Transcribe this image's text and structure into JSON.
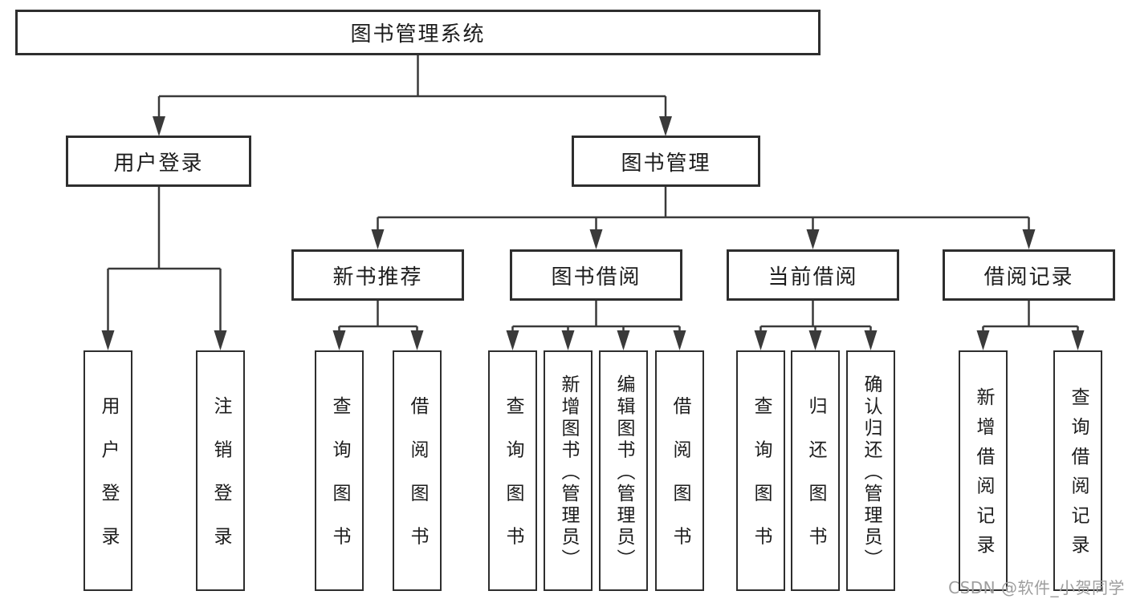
{
  "tree": {
    "label": "图书管理系统",
    "children": [
      {
        "label": "用户登录",
        "children": [
          {
            "label": "用户登录"
          },
          {
            "label": "注销登录"
          }
        ]
      },
      {
        "label": "图书管理",
        "children": [
          {
            "label": "新书推荐",
            "children": [
              {
                "label": "查询图书"
              },
              {
                "label": "借阅图书"
              }
            ]
          },
          {
            "label": "图书借阅",
            "children": [
              {
                "label": "查询图书"
              },
              {
                "label": "新增图书（管理员）"
              },
              {
                "label": "编辑图书（管理员）"
              },
              {
                "label": "借阅图书"
              }
            ]
          },
          {
            "label": "当前借阅",
            "children": [
              {
                "label": "查询图书"
              },
              {
                "label": "归还图书"
              },
              {
                "label": "确认归还（管理员）"
              }
            ]
          },
          {
            "label": "借阅记录",
            "children": [
              {
                "label": "新增借阅记录"
              },
              {
                "label": "查询借阅记录"
              }
            ]
          }
        ]
      }
    ]
  },
  "watermark": "CSDN @软件_小贺同学",
  "colors": {
    "line": "#3a3a3a",
    "box_border": "#2e2e2e",
    "text": "#1c1c1c",
    "watermark": "#9e9e9e",
    "background": "#ffffff"
  }
}
